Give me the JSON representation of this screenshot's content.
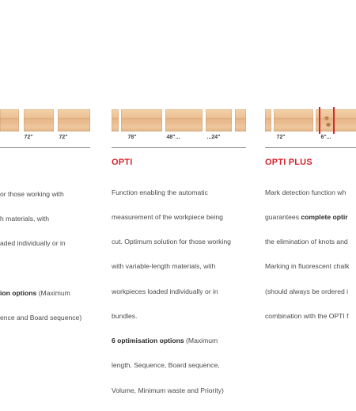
{
  "columns": [
    {
      "board_labels": [
        "72\"",
        "72\""
      ],
      "title": "",
      "desc_lines": [
        "or those working with",
        "h materials, with",
        "aded individually or in"
      ],
      "options_bold": "ion options",
      "options_rest": " (Maximum",
      "options_lines": [
        "ence and Board sequence)"
      ]
    },
    {
      "board_labels": [
        "78\"",
        "48\"...",
        "...24\""
      ],
      "title": "OPTI",
      "desc_lines": [
        "Function enabling the automatic",
        "measurement of the workpiece being",
        "cut. Optimum solution for those working",
        "with variable-length materials, with",
        "workpieces loaded individually or in",
        "bundles."
      ],
      "options_bold": "6 optimisation options",
      "options_rest": " (Maximum",
      "options_lines": [
        "length, Sequence, Board sequence,",
        "Volume, Minimum waste and Priority)"
      ]
    },
    {
      "board_labels": [
        "72\"",
        "6\"..."
      ],
      "title": "OPTI PLUS",
      "desc_line1_pre": "Mark detection function wh",
      "desc_line2_pre": "guarantees ",
      "desc_line2_bold": "complete optir",
      "desc_lines": [
        "the elimination of knots and",
        "Marking in fluorescent chalk",
        "(should always be ordered i",
        "combination with the OPTI f"
      ]
    }
  ]
}
